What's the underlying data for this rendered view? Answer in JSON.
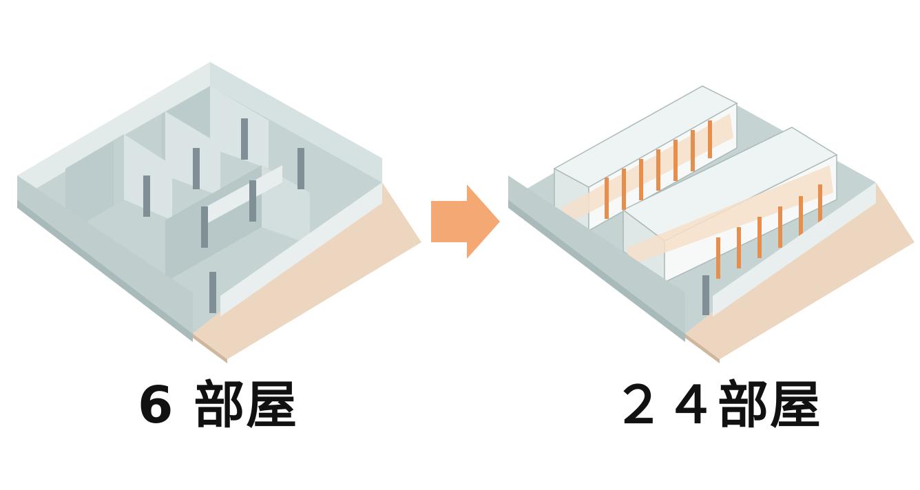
{
  "labels": {
    "before": "6 部屋",
    "after": "２４部屋"
  },
  "colors": {
    "floor": "#c6d3d3",
    "wall_top": "#e8eeee",
    "wall_left": "#bccbcb",
    "wall_right": "#d6e1e1",
    "door": "#7f8f95",
    "wood": "#ecd6c0",
    "curtain": "#e58e4e",
    "bed": "#f6dfc9",
    "arrow": "#f4a874",
    "text": "#111111"
  },
  "before": {
    "room_count": 6
  },
  "after": {
    "room_count": 24
  }
}
